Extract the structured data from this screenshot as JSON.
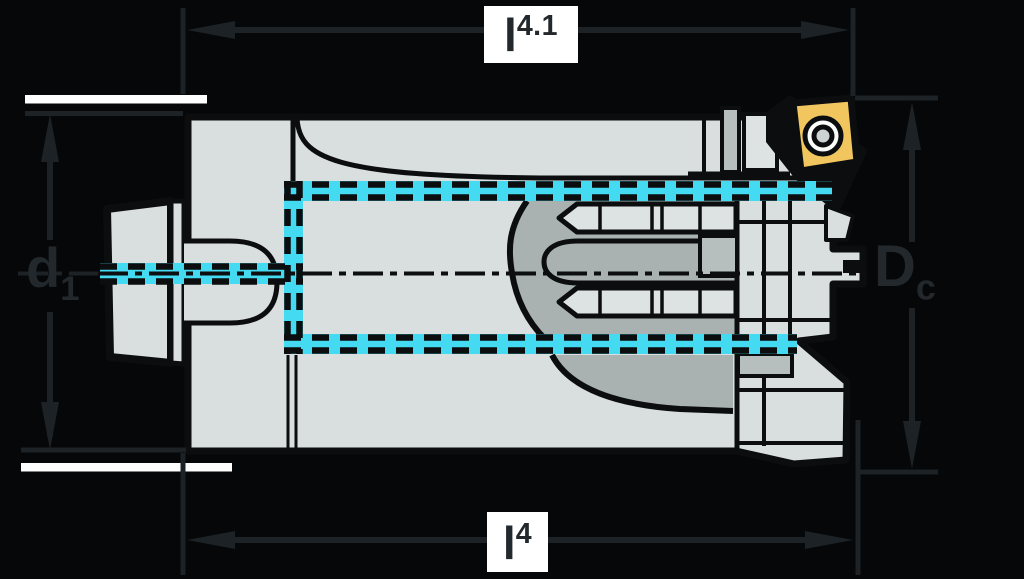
{
  "diagram": {
    "type": "technical-drawing",
    "subject": "milling-cutter-cross-section",
    "dimensions": {
      "l41": {
        "main": "l",
        "sub": "4.1"
      },
      "l4": {
        "main": "l",
        "sub": "4"
      },
      "d1": {
        "main": "d",
        "sub": "1"
      },
      "dc": {
        "main": "D",
        "sub": "c"
      }
    },
    "colors": {
      "background": "#050708",
      "dimension_lines": "#1d2226",
      "label_text": "#23282c",
      "label_box": "#ffffff",
      "extension_bar": "#ffffff",
      "body_light_gray": "#d9dfde",
      "body_medium_gray": "#b7bfbe",
      "body_dark_gray": "#a9b2b1",
      "outline_black": "#0b0d0e",
      "coolant_cyan": "#43daf2",
      "insert_yellow": "#f2c65f"
    }
  }
}
